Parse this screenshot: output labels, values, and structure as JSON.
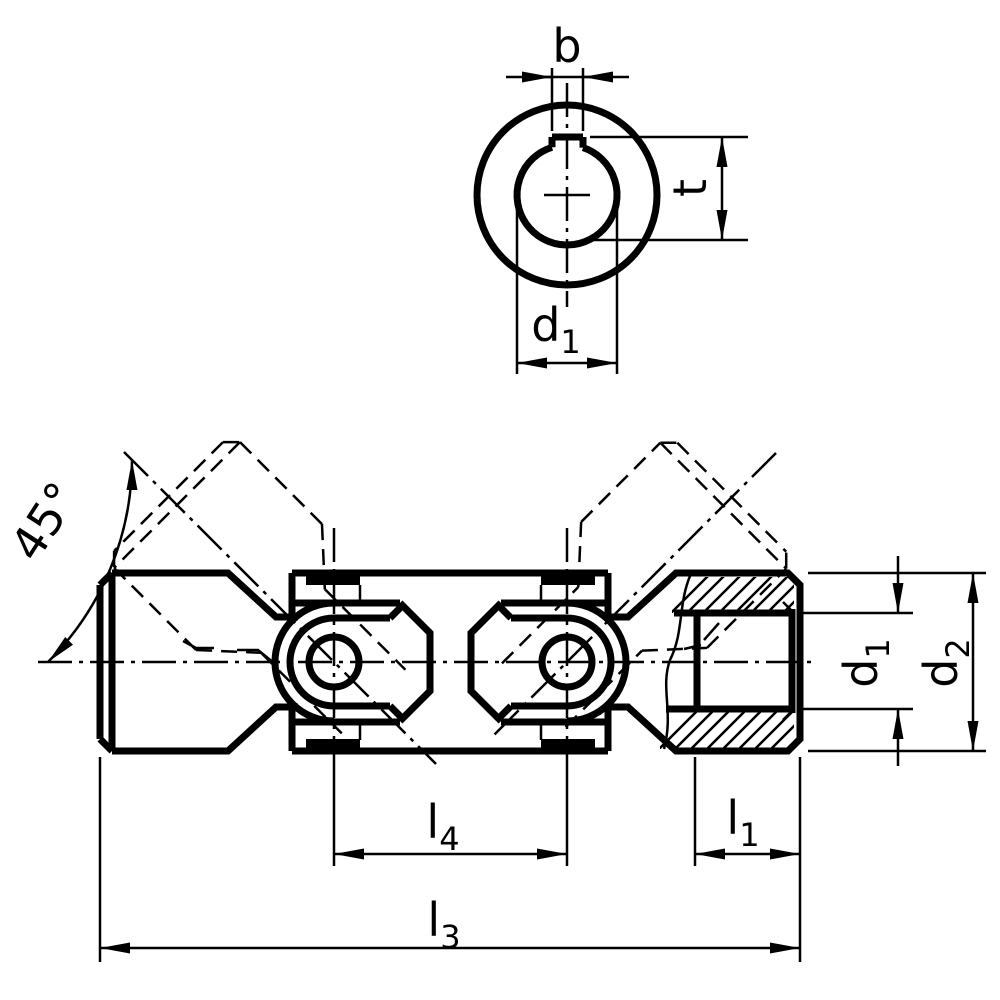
{
  "drawing": {
    "type": "technical-drawing",
    "subject": "double universal joint with keyed bore",
    "colors": {
      "line": "#000000",
      "background": "#ffffff"
    },
    "views": {
      "top_view": "shaft bore cross-section with keyway",
      "front_view": "double cardan joint, partial section at right end"
    },
    "labels": {
      "b": {
        "base": "b",
        "sub": ""
      },
      "t": {
        "base": "t",
        "sub": ""
      },
      "d1_top": {
        "base": "d",
        "sub": "1"
      },
      "d1_side": {
        "base": "d",
        "sub": "1"
      },
      "d2": {
        "base": "d",
        "sub": "2"
      },
      "l4": {
        "base": "l",
        "sub": "4"
      },
      "l1": {
        "base": "l",
        "sub": "1"
      },
      "l3": {
        "base": "l",
        "sub": "3"
      },
      "angle": {
        "base": "45°",
        "sub": ""
      }
    }
  }
}
